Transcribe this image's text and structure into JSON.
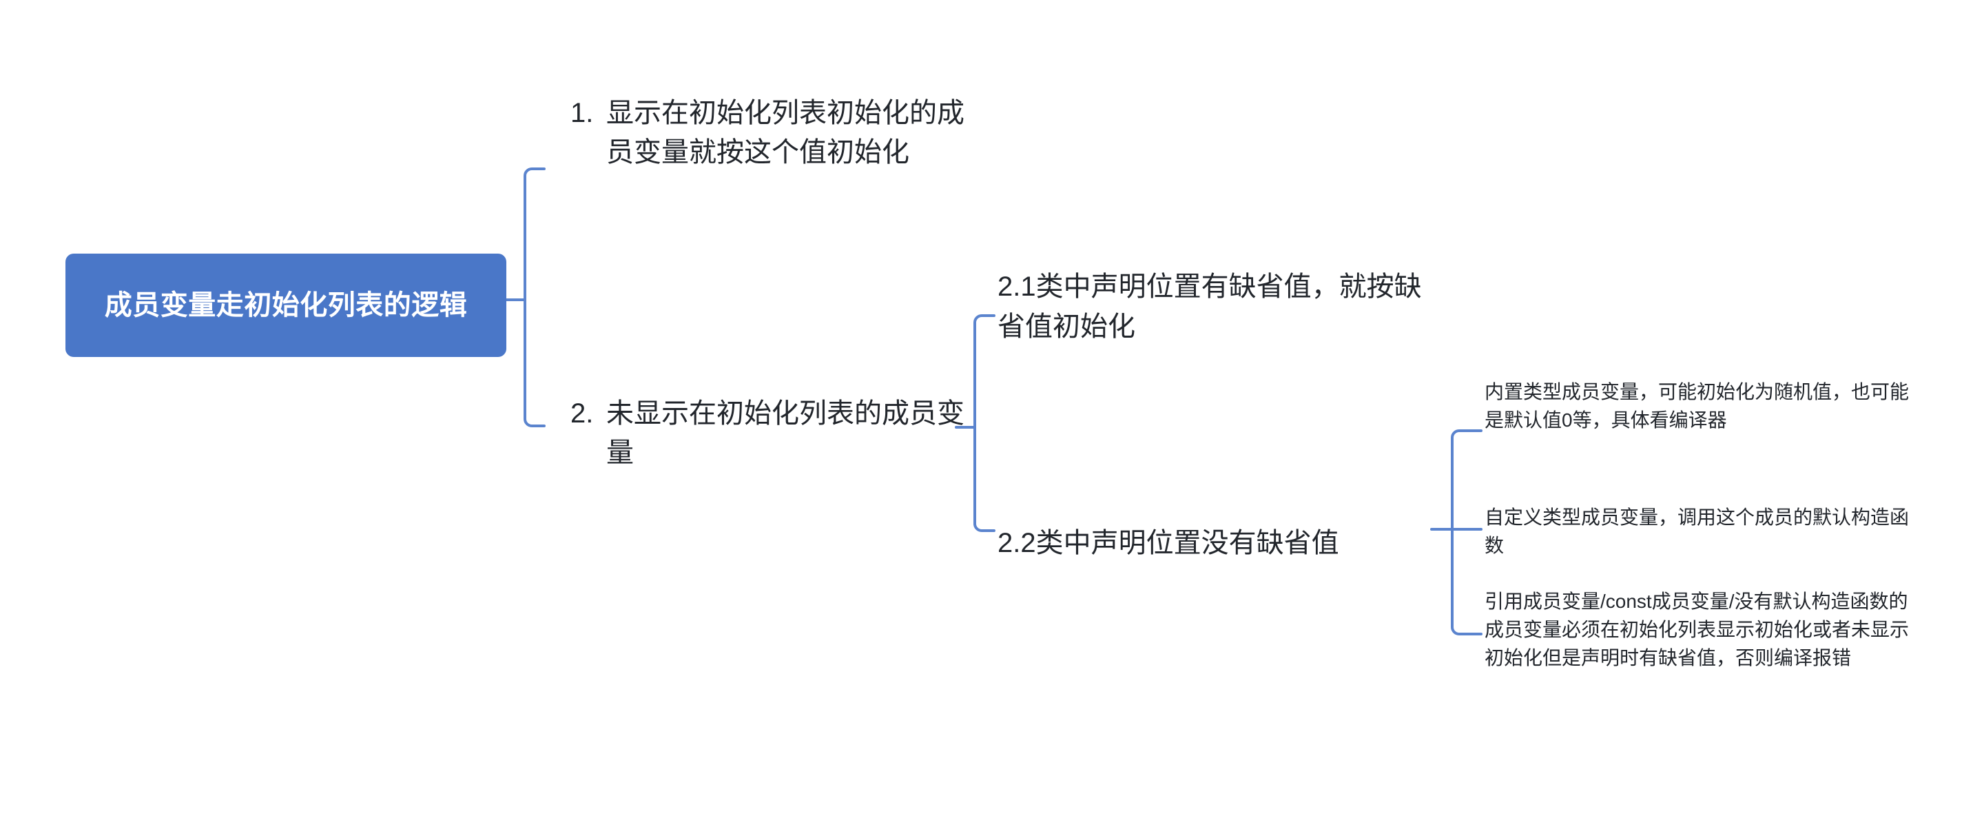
{
  "diagram": {
    "type": "mind-map",
    "title": "成员变量走初始化列表的逻辑",
    "colors": {
      "root_fill": "#4A77C8",
      "root_text": "#FFFFFF",
      "connector": "#5B84CE",
      "node_text": "#22262C",
      "background": "#FFFFFF"
    }
  },
  "root": {
    "label": "成员变量走初始化列表的逻辑"
  },
  "branches": [
    {
      "marker": "1.",
      "label": "显示在初始化列表初始化的成员变量就按这个值初始化"
    },
    {
      "marker": "2.",
      "label": "未显示在初始化列表的成员变量"
    }
  ],
  "sub_branches": [
    {
      "label": "2.1类中声明位置有缺省值，就按缺省值初始化"
    },
    {
      "label": "2.2类中声明位置没有缺省值"
    }
  ],
  "leaves": [
    {
      "label": "内置类型成员变量，可能初始化为随机值，也可能是默认值0等，具体看编译器"
    },
    {
      "label": "自定义类型成员变量，调用这个成员的默认构造函数"
    },
    {
      "label": "引用成员变量/const成员变量/没有默认构造函数的成员变量必须在初始化列表显示初始化或者未显示初始化但是声明时有缺省值，否则编译报错"
    }
  ]
}
